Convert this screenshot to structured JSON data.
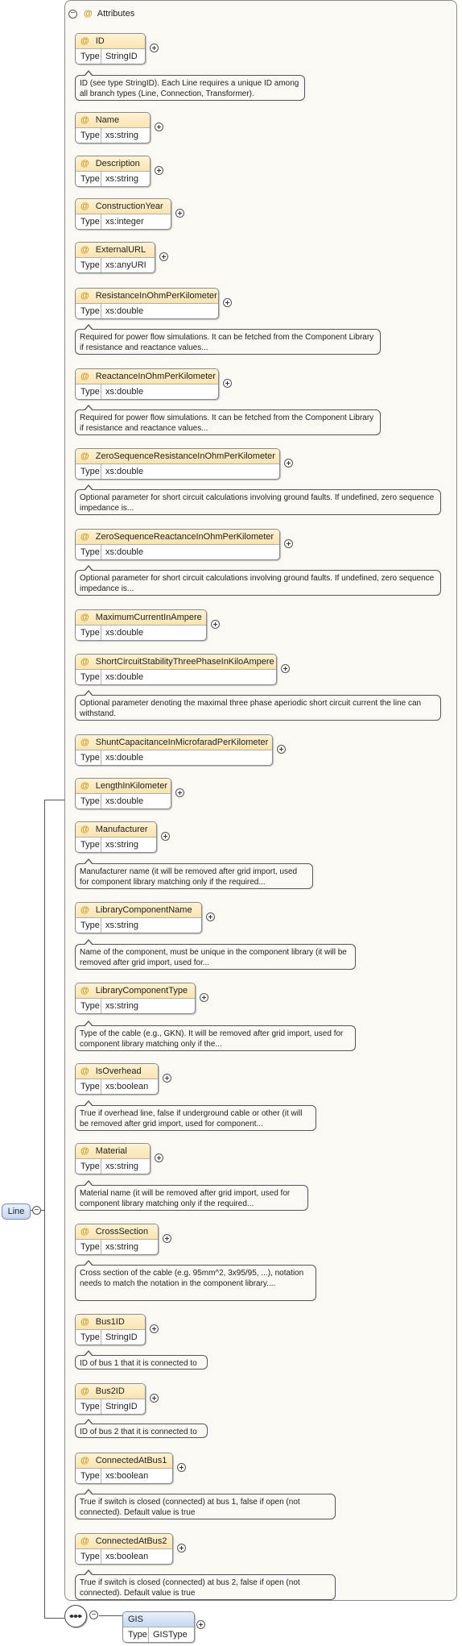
{
  "root": {
    "name": "Line"
  },
  "group": {
    "title": "Attributes"
  },
  "attributes": [
    {
      "name": "ID",
      "type_label": "Type",
      "type": "StringID",
      "doc": "ID (see type StringID). Each Line requires a unique ID among all branch types (Line, Connection, Transformer)."
    },
    {
      "name": "Name",
      "type_label": "Type",
      "type": "xs:string"
    },
    {
      "name": "Description",
      "type_label": "Type",
      "type": "xs:string"
    },
    {
      "name": "ConstructionYear",
      "type_label": "Type",
      "type": "xs:integer"
    },
    {
      "name": "ExternalURL",
      "type_label": "Type",
      "type": "xs:anyURI"
    },
    {
      "name": "ResistanceInOhmPerKilometer",
      "type_label": "Type",
      "type": "xs:double",
      "doc": "Required for power flow simulations. It can be fetched from the Component Library if resistance and reactance values..."
    },
    {
      "name": "ReactanceInOhmPerKilometer",
      "type_label": "Type",
      "type": "xs:double",
      "doc": "Required for power flow simulations. It can be fetched from the Component Library if resistance and reactance values..."
    },
    {
      "name": "ZeroSequenceResistanceInOhmPerKilometer",
      "type_label": "Type",
      "type": "xs:double",
      "doc": "Optional parameter for short circuit calculations involving ground faults. If undefined, zero sequence impedance is..."
    },
    {
      "name": "ZeroSequenceReactanceInOhmPerKilometer",
      "type_label": "Type",
      "type": "xs:double",
      "doc": "Optional parameter for short circuit calculations involving ground faults. If undefined, zero sequence impedance is..."
    },
    {
      "name": "MaximumCurrentInAmpere",
      "type_label": "Type",
      "type": "xs:double"
    },
    {
      "name": "ShortCircuitStabilityThreePhaseInKiloAmpere",
      "type_label": "Type",
      "type": "xs:double",
      "doc": "Optional parameter denoting the maximal three phase aperiodic short circuit current the line can withstand."
    },
    {
      "name": "ShuntCapacitanceInMicrofaradPerKilometer",
      "type_label": "Type",
      "type": "xs:double"
    },
    {
      "name": "LengthInKilometer",
      "type_label": "Type",
      "type": "xs:double"
    },
    {
      "name": "Manufacturer",
      "type_label": "Type",
      "type": "xs:string",
      "doc": "Manufacturer name (it will be removed after grid import, used for component library matching only if the required..."
    },
    {
      "name": "LibraryComponentName",
      "type_label": "Type",
      "type": "xs:string",
      "doc": "Name of the component, must be unique in the component library (it will be removed after grid import, used for..."
    },
    {
      "name": "LibraryComponentType",
      "type_label": "Type",
      "type": "xs:string",
      "doc": "Type of the cable (e.g., GKN). It will be removed after grid import, used for component library matching only if the..."
    },
    {
      "name": "IsOverhead",
      "type_label": "Type",
      "type": "xs:boolean",
      "doc": "True if overhead line, false if underground cable or other (it will be removed after grid import, used for component..."
    },
    {
      "name": "Material",
      "type_label": "Type",
      "type": "xs:string",
      "doc": "Material name (it will be removed after grid import, used for component library matching only if the required..."
    },
    {
      "name": "CrossSection",
      "type_label": "Type",
      "type": "xs:string",
      "doc": "Cross section of the cable (e.g. 95mm^2, 3x95/95, ...), notation needs to match the notation in the component library...."
    },
    {
      "name": "Bus1ID",
      "type_label": "Type",
      "type": "StringID",
      "doc": "ID of bus 1 that it is connected to"
    },
    {
      "name": "Bus2ID",
      "type_label": "Type",
      "type": "StringID",
      "doc": "ID of bus 2 that it is connected to"
    },
    {
      "name": "ConnectedAtBus1",
      "type_label": "Type",
      "type": "xs:boolean",
      "doc": "True if switch is closed (connected) at bus 1, false if open (not connected). Default value is true"
    },
    {
      "name": "ConnectedAtBus2",
      "type_label": "Type",
      "type": "xs:boolean",
      "doc": "True if switch is closed (connected) at bus 2, false if open (not connected). Default value is true"
    }
  ],
  "gis": {
    "name": "GIS",
    "type_label": "Type",
    "type": "GISType"
  }
}
